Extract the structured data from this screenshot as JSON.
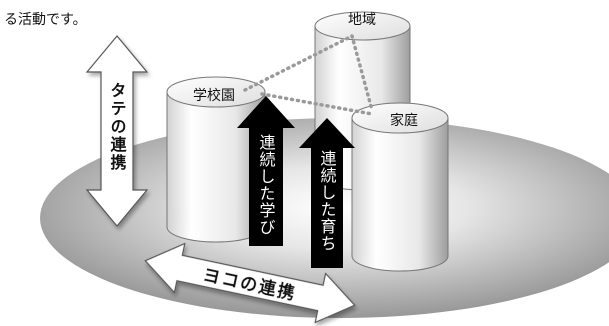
{
  "intro_text": "る活動です。",
  "vertical_arrow_label": "タテの連携",
  "horizontal_arrow_label": "ヨコの連携",
  "nodes": {
    "school": "学校園",
    "region": "地域",
    "home": "家庭"
  },
  "arrows": {
    "learning": "連続した学び",
    "upbringing": "連続した育ち"
  },
  "colors": {
    "ellipse_center": "#ffffff",
    "ellipse_edge": "#8c8c8c",
    "dotted_link": "#9a9a9a",
    "arrow_fill": "#000000"
  }
}
